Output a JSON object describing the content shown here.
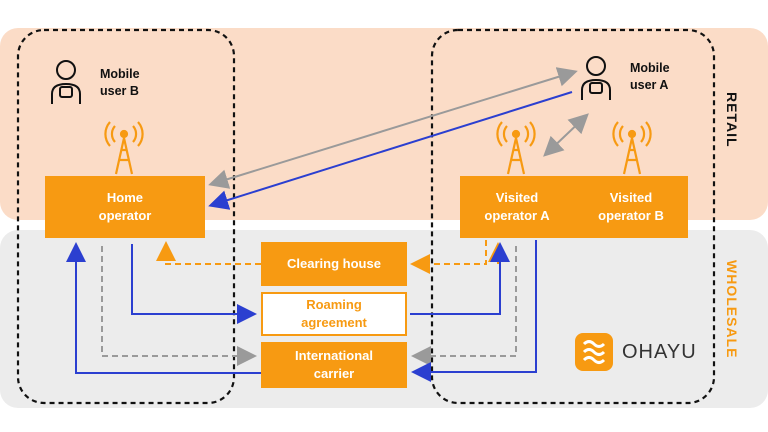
{
  "nodes": {
    "home_operator": [
      "Home",
      "operator"
    ],
    "visited_operator_a": [
      "Visited",
      "operator A"
    ],
    "visited_operator_b": [
      "Visited",
      "operator B"
    ],
    "clearing_house": "Clearing house",
    "roaming_agreement": [
      "Roaming",
      "agreement"
    ],
    "international_carrier": [
      "International",
      "carrier"
    ]
  },
  "users": {
    "user_b": [
      "Mobile",
      "user B"
    ],
    "user_a": [
      "Mobile",
      "user A"
    ]
  },
  "zones": {
    "retail": "RETAIL",
    "wholesale": "WHOLESALE"
  },
  "brand": {
    "name": "OHAYU"
  },
  "colors": {
    "orange": "#f79a12",
    "retail_bg": "#fbdcc7",
    "wholesale_bg": "#ececec",
    "blue": "#2b3fd0",
    "gray": "#9a9a9a"
  }
}
